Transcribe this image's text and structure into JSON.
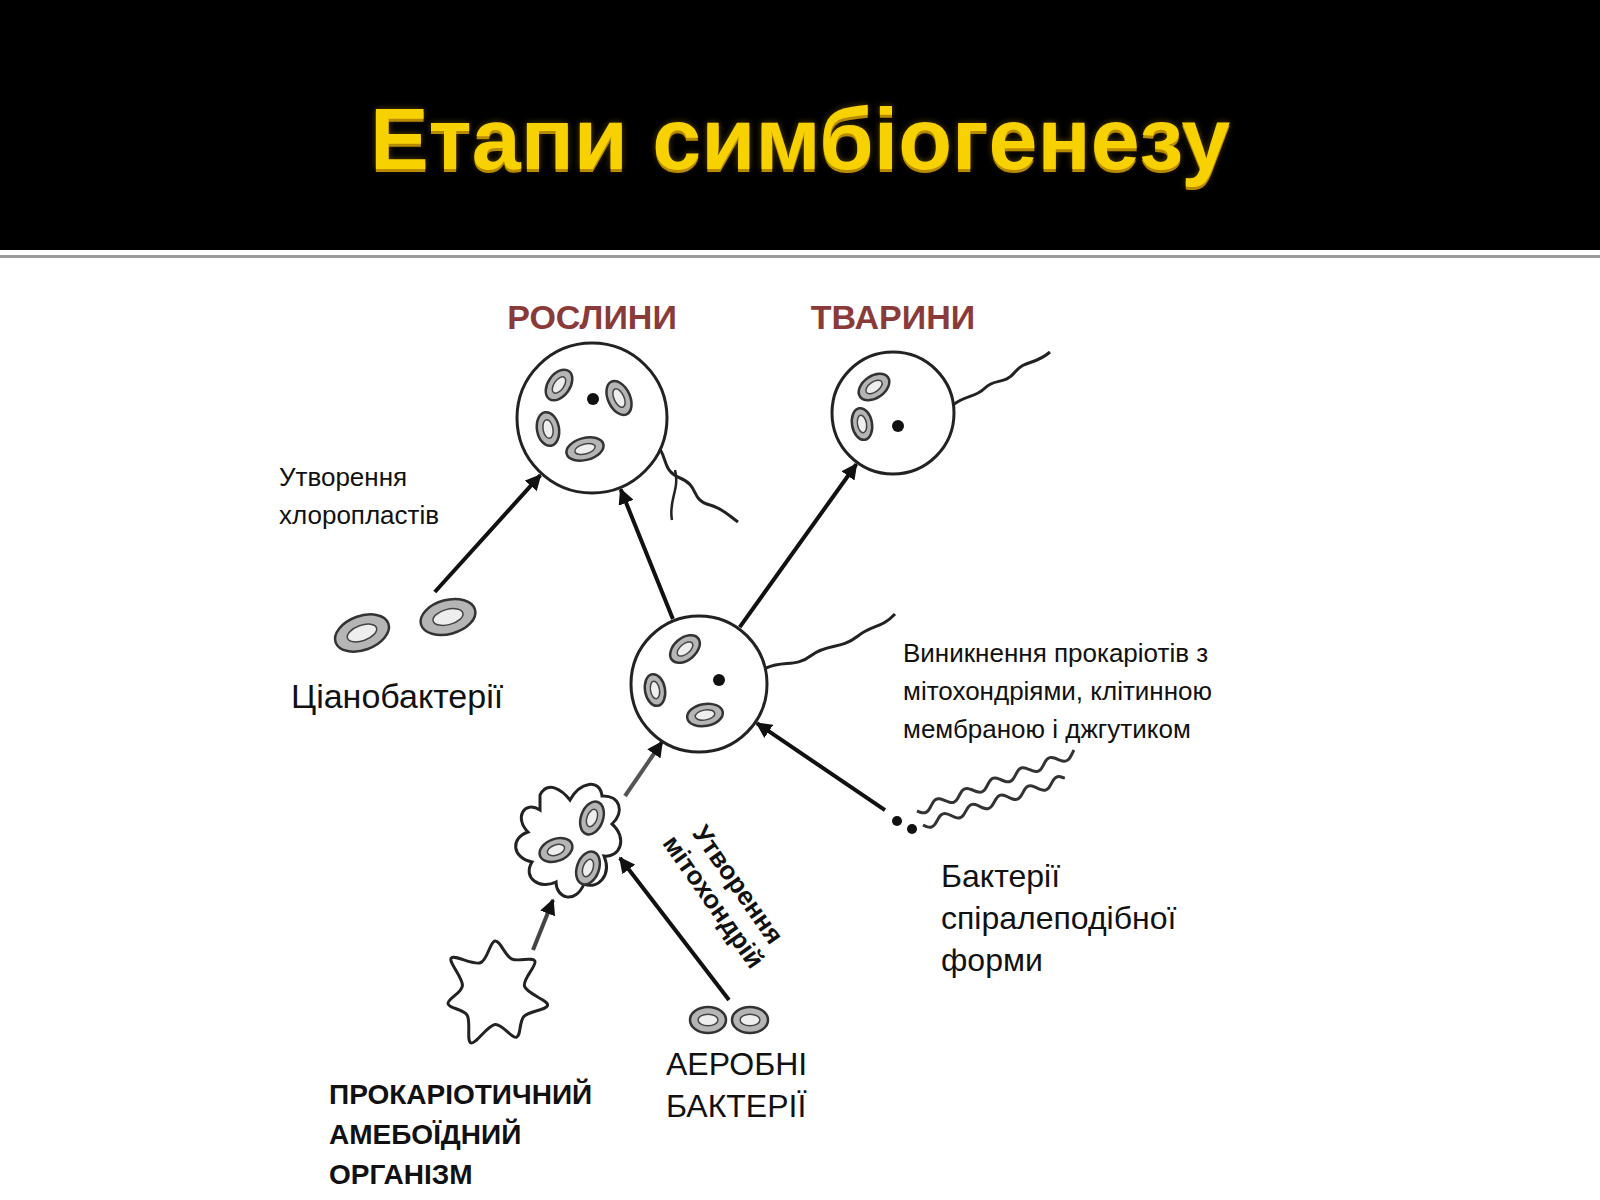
{
  "diagram": {
    "title": "Етапи симбіогенезу",
    "nodes": [
      {
        "text": [
          "РОСЛИНИ"
        ]
      },
      {
        "text": [
          "ТВАРИНИ"
        ]
      },
      {
        "text": [
          "Ціанобактерії"
        ]
      },
      {
        "text": [
          "Виникнення прокаріотів з мітохондріями, клітинною мембраною і джгутиком"
        ]
      },
      {
        "text": [
          "Бактерії спіралеподібної форми"
        ]
      },
      {
        "text": [
          "ПРОКАРІОТИЧНИЙ АМЕБОЇДНИЙ ОРГАНІЗМ"
        ]
      },
      {
        "text": [
          "АЕРОБНІ БАКТЕРІЇ"
        ]
      }
    ],
    "edges": [
      {
        "from": 2,
        "to": 0,
        "arrow": "to",
        "label": "Утворення хлоропластів"
      },
      {
        "from": 3,
        "to": 0,
        "arrow": "to"
      },
      {
        "from": 3,
        "to": 1,
        "arrow": "to"
      },
      {
        "from": 4,
        "to": 3,
        "arrow": "to"
      }
    ],
    "labels": [
      "Утворення мітохондрій"
    ]
  }
}
